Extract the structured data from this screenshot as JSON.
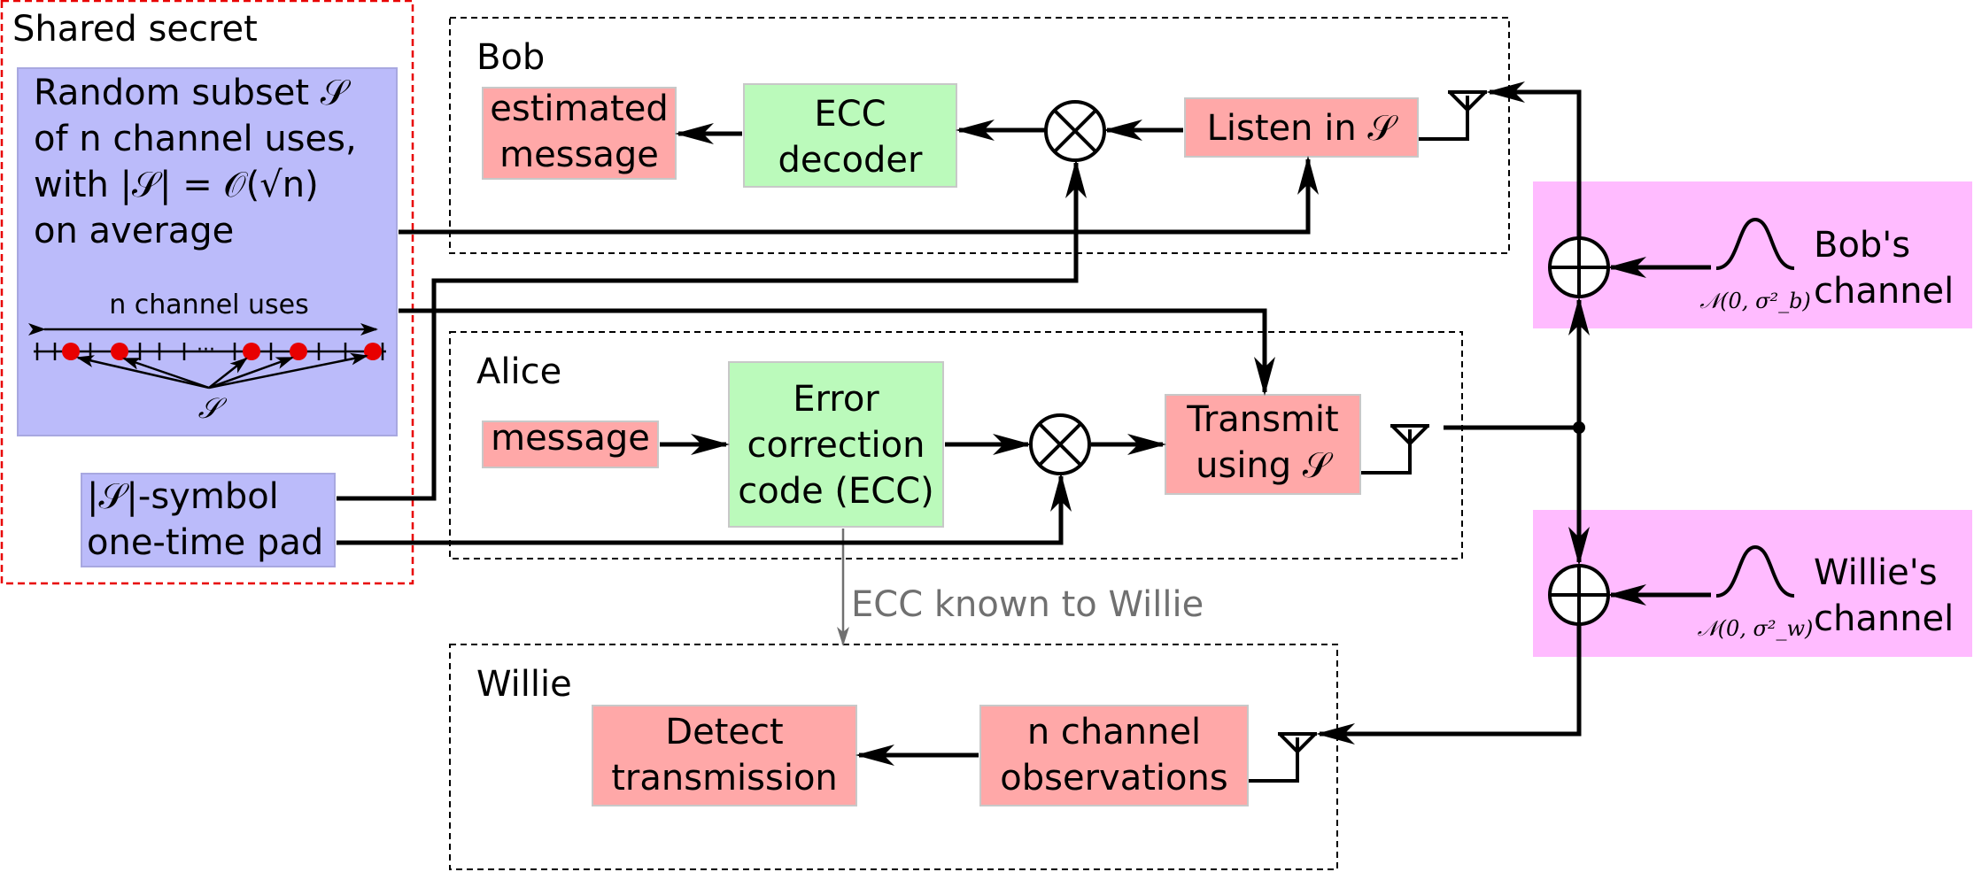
{
  "shared_secret": {
    "title": "Shared secret",
    "subset_lines": [
      "Random subset 𝒮",
      "of n channel uses,",
      "with |𝒮| = 𝒪(√n)",
      "on average"
    ],
    "n_channel_uses": "n channel uses",
    "set_label": "𝒮",
    "pad_lines": [
      "|𝒮|-symbol",
      "one-time pad"
    ]
  },
  "bob": {
    "title": "Bob",
    "estimated_message": [
      "estimated",
      "message"
    ],
    "ecc_decoder": [
      "ECC",
      "decoder"
    ],
    "listen": "Listen in 𝒮"
  },
  "alice": {
    "title": "Alice",
    "message": "message",
    "ecc": [
      "Error",
      "correction",
      "code (ECC)"
    ],
    "transmit": [
      "Transmit",
      "using 𝒮"
    ]
  },
  "willie": {
    "title": "Willie",
    "detect": [
      "Detect",
      "transmission"
    ],
    "observations": [
      "n channel",
      "observations"
    ],
    "ecc_known": "ECC known to Willie"
  },
  "channels": {
    "bob_noise": "𝒩(0, σ²_b)",
    "bob_label": [
      "Bob's",
      "channel"
    ],
    "willie_noise": "𝒩(0, σ²_w)",
    "willie_label": [
      "Willie's",
      "channel"
    ]
  },
  "colors": {
    "blue_box": "#bbbbfa",
    "red_box": "#ffa8a8",
    "green_box": "#bbfabb",
    "pink_box": "#ffbbff",
    "secret_border": "#e80000",
    "gray_arrow": "#707070"
  }
}
